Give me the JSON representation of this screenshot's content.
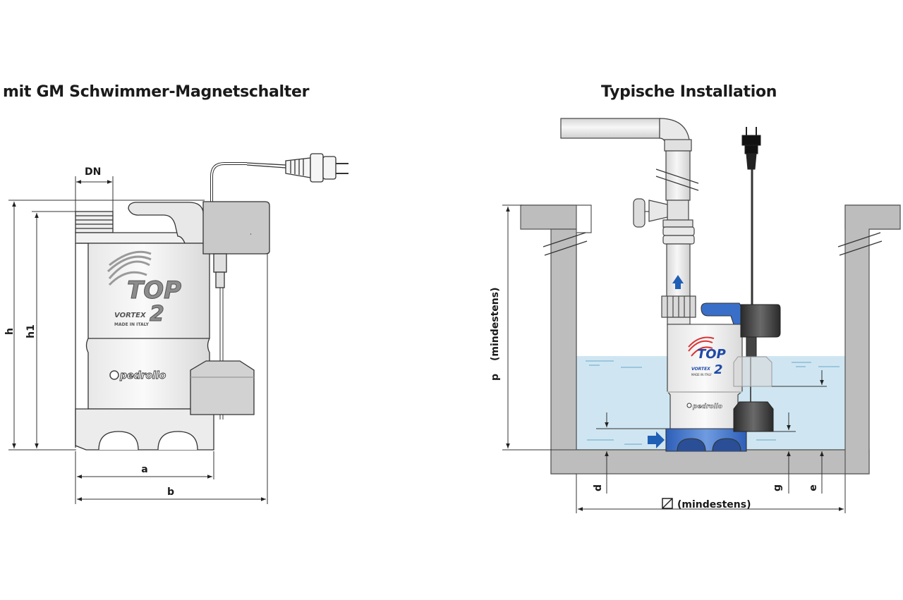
{
  "titles": {
    "left": "mit GM Schwimmer-Magnetschalter",
    "right": "Typische Installation"
  },
  "dimensions": {
    "dn": "DN",
    "h": "h",
    "h1": "h1",
    "a": "a",
    "b": "b",
    "p": "p",
    "p_note": "(mindestens)",
    "d": "d",
    "g": "g",
    "e": "e",
    "width_symbol": "□",
    "width_note": "(mindestens)"
  },
  "pump_labels": {
    "brand_model": "TOP",
    "model_number": "2",
    "series": "VORTEX",
    "origin": "MADE IN ITALY",
    "manufacturer": "pedrollo"
  },
  "colors": {
    "water": "#cfe6f2",
    "pump_blue": "#3a6fc9",
    "float_dark": "#3c3c3c",
    "wall_grey": "#bdbdbd",
    "flow_arrow": "#1f5fb5"
  }
}
